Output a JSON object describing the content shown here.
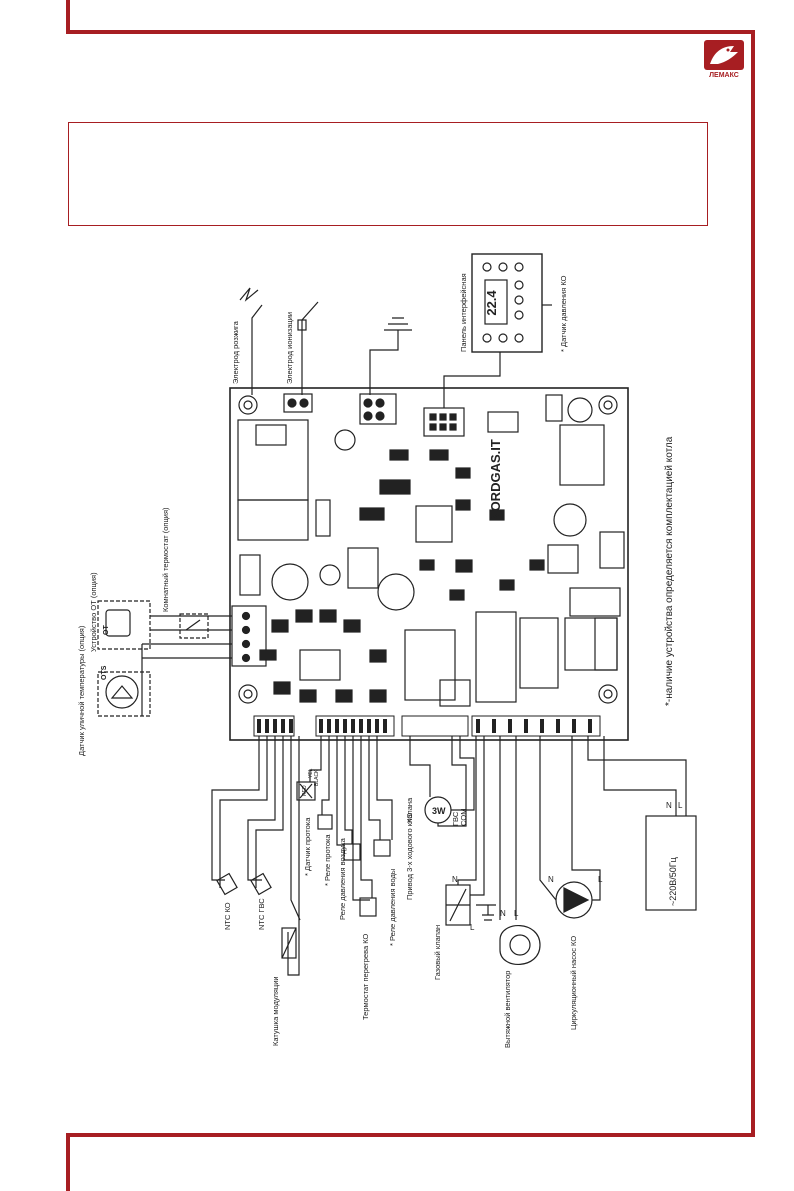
{
  "brand": {
    "logo_text": "ЛЕМАКС",
    "accent": "#a71e22"
  },
  "labels": {
    "ignition_electrode": "Электрод розжига",
    "ionization_electrode": "Электрод ионизации",
    "interface_panel": "Панель интерфейсная",
    "pressure_sensor_ko": "* Датчик давления КО",
    "display": "22.4",
    "nordgas": "NORDGAS.IT",
    "equipment_note": "*-наличие устройства определяется комплектацией котла",
    "ot_device": "Устройство ОТ (опция)",
    "room_thermostat": "Комнатный термостат (опция)",
    "ot_badge": "ОТ",
    "outdoor_sensor": "Датчик уличной температуры (опция)",
    "ots_badge": "OTS",
    "ntc_ko": "NTC КО",
    "ntc_gvs": "NTC ГВС",
    "modulation_coil": "Катушка модуляции",
    "flow_sensor": "* Датчик протока",
    "flow_relay": "* Реле протока",
    "air_pressure_relay": "Реле давления воздуха",
    "overheat_thermostat": "Термостат перегрева КО",
    "water_pressure_relay": "* Реле давления воды",
    "three_way_drive": "Привод 3-х ходового клапана",
    "gas_valve": "Газовый клапан",
    "exhaust_fan": "Вытяжной вентилятор",
    "circ_pump": "Циркуляционный насос КО",
    "power_supply": "~220В/50Гц",
    "valve_ko": "КО",
    "valve_gvs": "ГВС",
    "valve_com": "COM",
    "valve_3w": "3W",
    "pin_n": "N",
    "pin_l": "L",
    "flow_red": "RED",
    "flow_yel": "YEL",
    "flow_black": "BLACK"
  }
}
